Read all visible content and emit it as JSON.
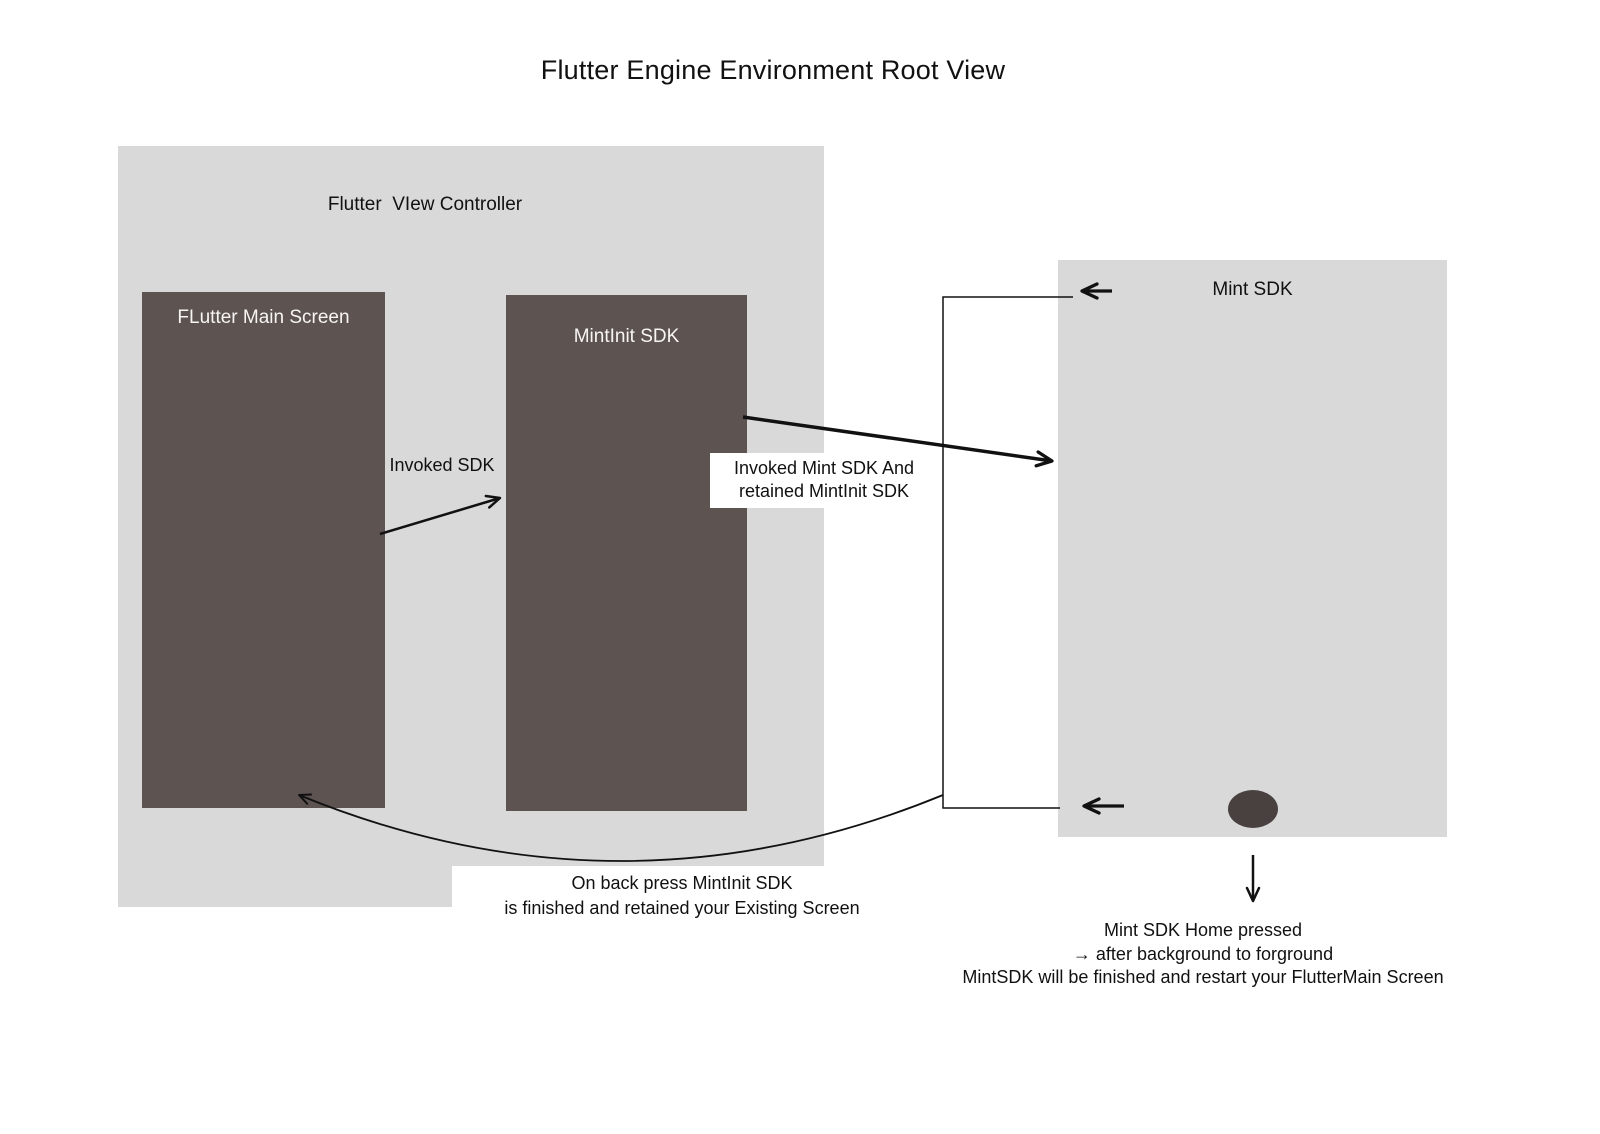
{
  "colors": {
    "container": "#d9d9d9",
    "panel": "#5d5350",
    "home_button": "#48413f",
    "ink": "#111111"
  },
  "title": "Flutter Engine Environment Root View",
  "controller": {
    "label": "Flutter  VIew Controller",
    "main_screen_label": "FLutter Main Screen",
    "mintinit_label": "MintInit SDK"
  },
  "mint_sdk": {
    "label": "Mint SDK"
  },
  "annotations": {
    "invoked_sdk": "Invoked SDK",
    "invoked_mint": {
      "line1": "Invoked Mint SDK And",
      "line2": "retained MintInit SDK"
    },
    "back_press": {
      "line1": "On back press MintInit SDK",
      "line2": "is finished and retained your Existing Screen"
    },
    "home_pressed": {
      "line1": "Mint SDK Home pressed",
      "line2": "→ after background to forground",
      "line3": "MintSDK will be finished and restart your FlutterMain Screen"
    }
  }
}
